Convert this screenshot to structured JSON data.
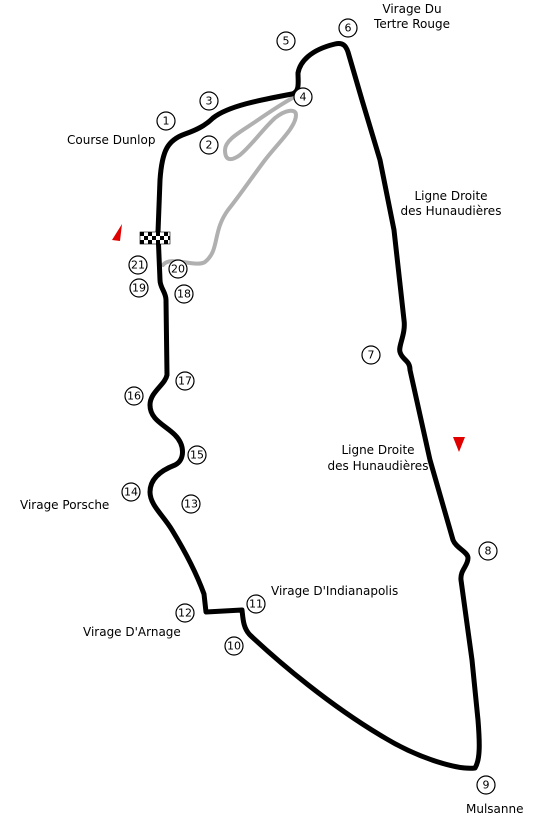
{
  "corners": {
    "virage_du_tertre_rouge": [
      "Virage Du",
      "Tertre Rouge"
    ],
    "course_dunlop": "Course Dunlop",
    "ligne_droite_top": [
      "Ligne Droite",
      "des Hunaudières"
    ],
    "ligne_droite_mid": [
      "Ligne Droite",
      "des Hunaudières"
    ],
    "virage_porsche": "Virage Porsche",
    "virage_d_indianapolis": "Virage D'Indianapolis",
    "virage_d_arnage": "Virage D'Arnage",
    "mulsanne": "Mulsanne"
  },
  "turns": [
    "1",
    "2",
    "3",
    "4",
    "5",
    "6",
    "7",
    "8",
    "9",
    "10",
    "11",
    "12",
    "13",
    "14",
    "15",
    "16",
    "17",
    "18",
    "19",
    "20",
    "21"
  ],
  "colors": {
    "track": "#000000",
    "bugatti_circuit": "#b0b0b0",
    "direction_arrow": "#e00000"
  },
  "icons": {
    "start_finish": "checkered-flag-icon",
    "direction": "direction-arrow-icon"
  }
}
